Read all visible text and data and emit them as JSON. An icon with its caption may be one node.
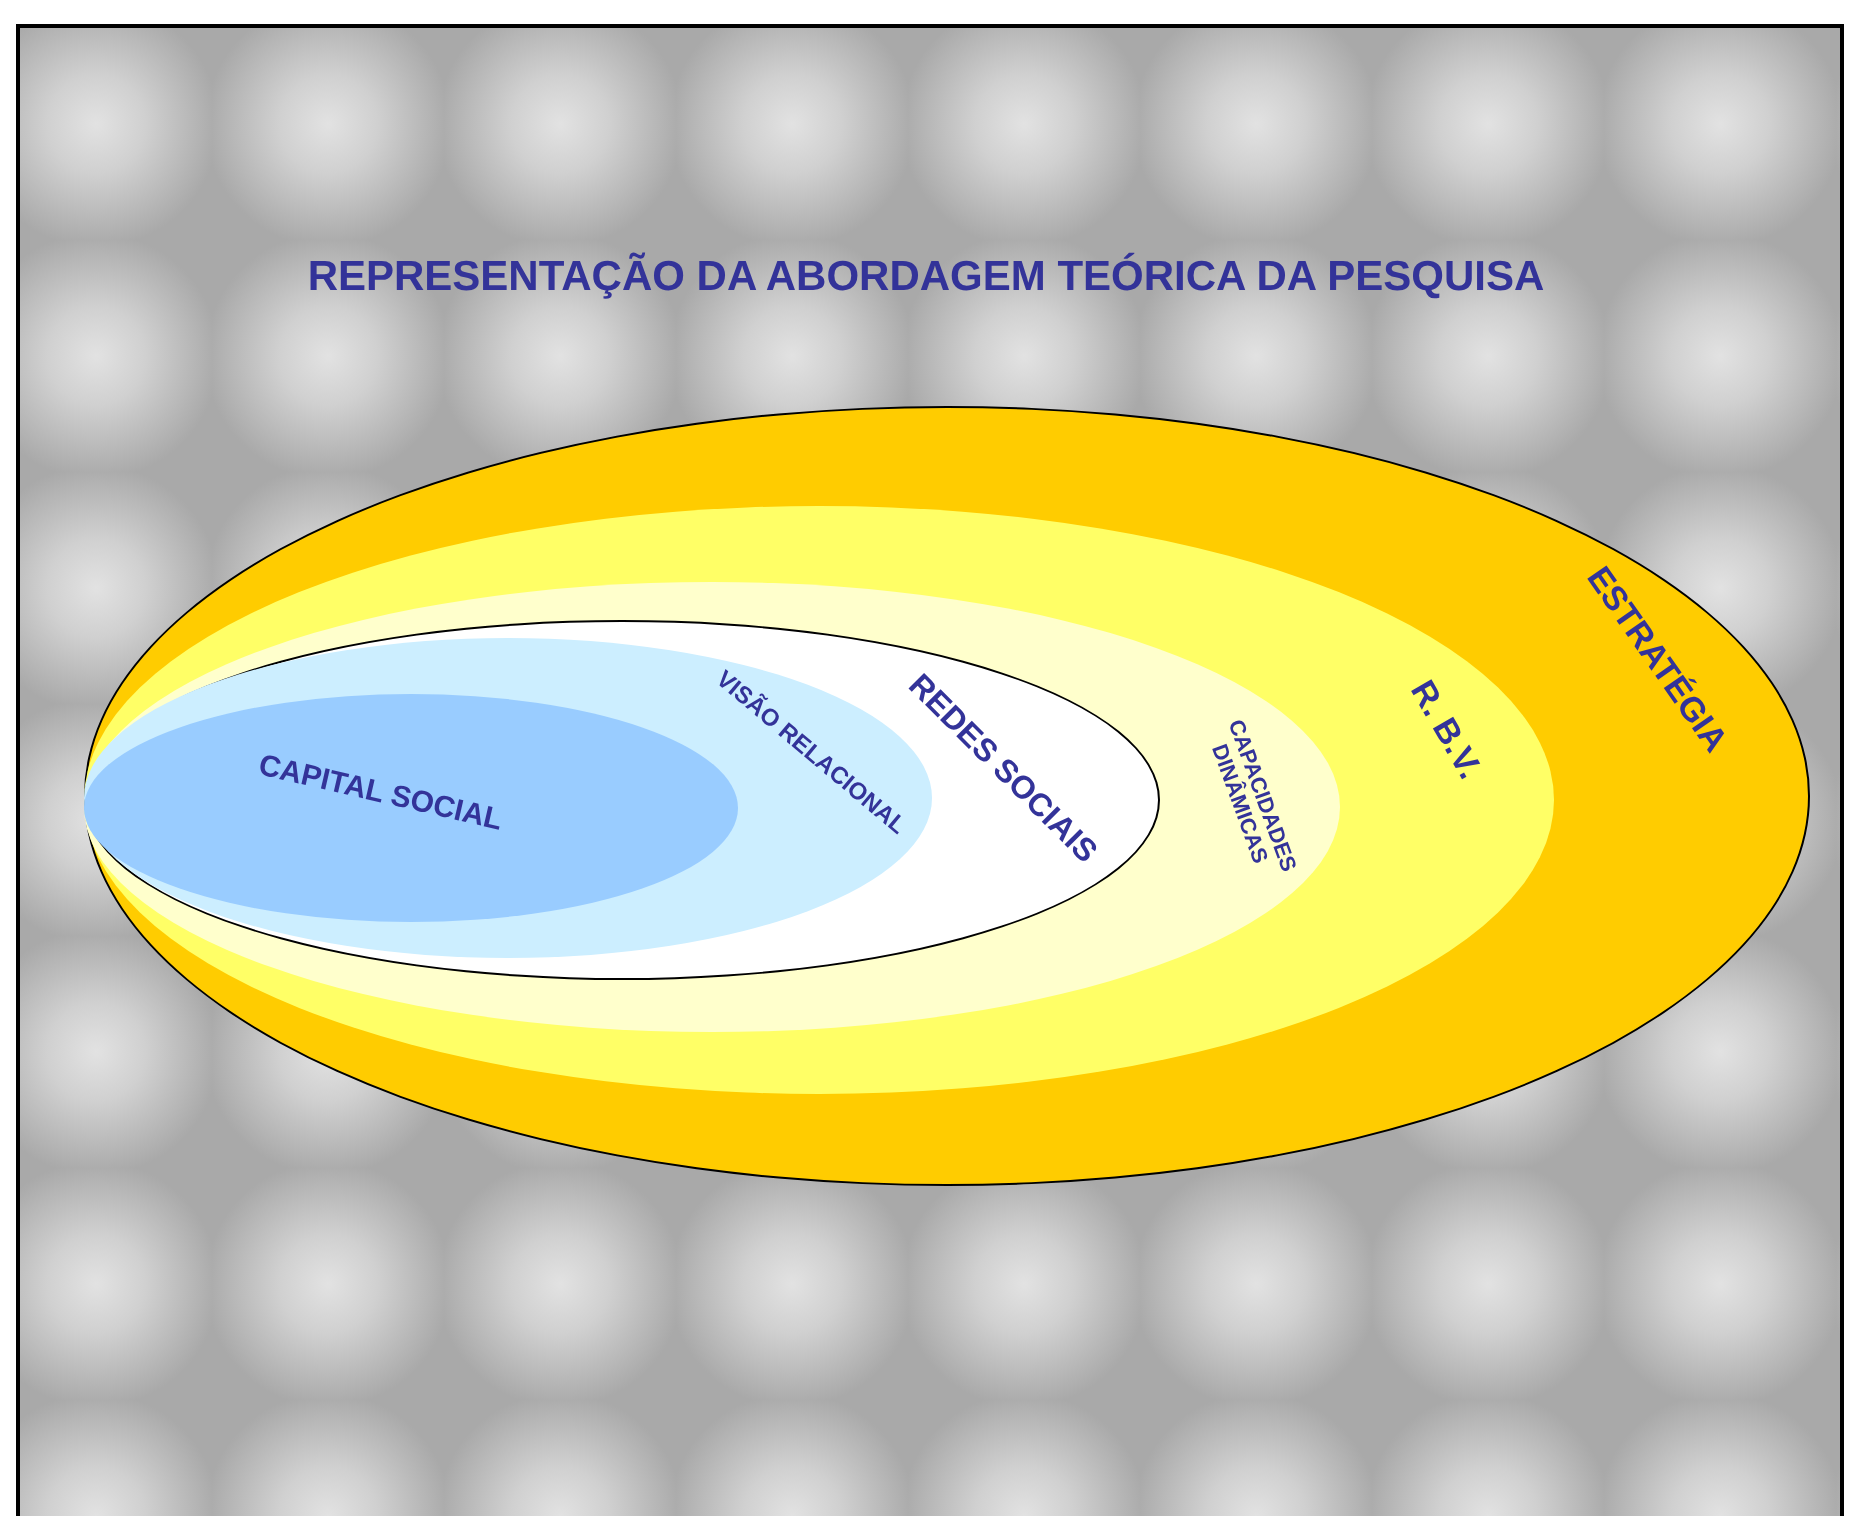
{
  "diagram": {
    "title": "REPRESENTAÇÃO DA ABORDAGEM TEÓRICA DA PESQUISA",
    "nodes": [
      {
        "text": [
          "ESTRATÉGIA"
        ]
      },
      {
        "text": [
          "R. B.V."
        ],
        "in": 0
      },
      {
        "text": [
          "CAPACIDADES DINÂMICAS"
        ],
        "in": 1
      },
      {
        "text": [
          "REDES SOCIAIS"
        ],
        "in": 2
      },
      {
        "text": [
          "VISÃO RELACIONAL"
        ],
        "in": 3
      },
      {
        "text": [
          "CAPITAL SOCIAL"
        ],
        "in": 4
      }
    ]
  }
}
